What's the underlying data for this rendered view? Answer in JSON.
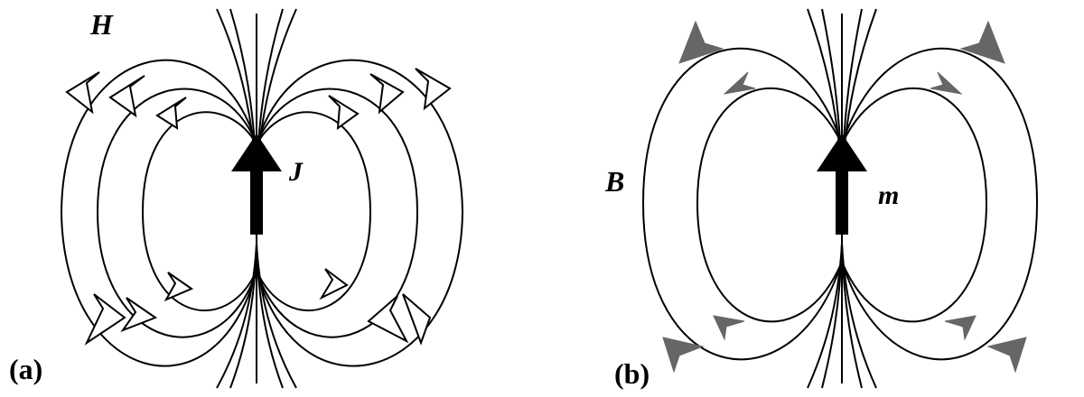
{
  "panels": [
    {
      "id": "a",
      "panel_label": "(a)",
      "field_label": "H",
      "source_label": "J"
    },
    {
      "id": "b",
      "panel_label": "(b)",
      "field_label": "B",
      "source_label": "m"
    }
  ],
  "colors": {
    "line": "#000000",
    "arrow_a_fill": "#ffffff",
    "arrow_b_fill": "#666666"
  }
}
